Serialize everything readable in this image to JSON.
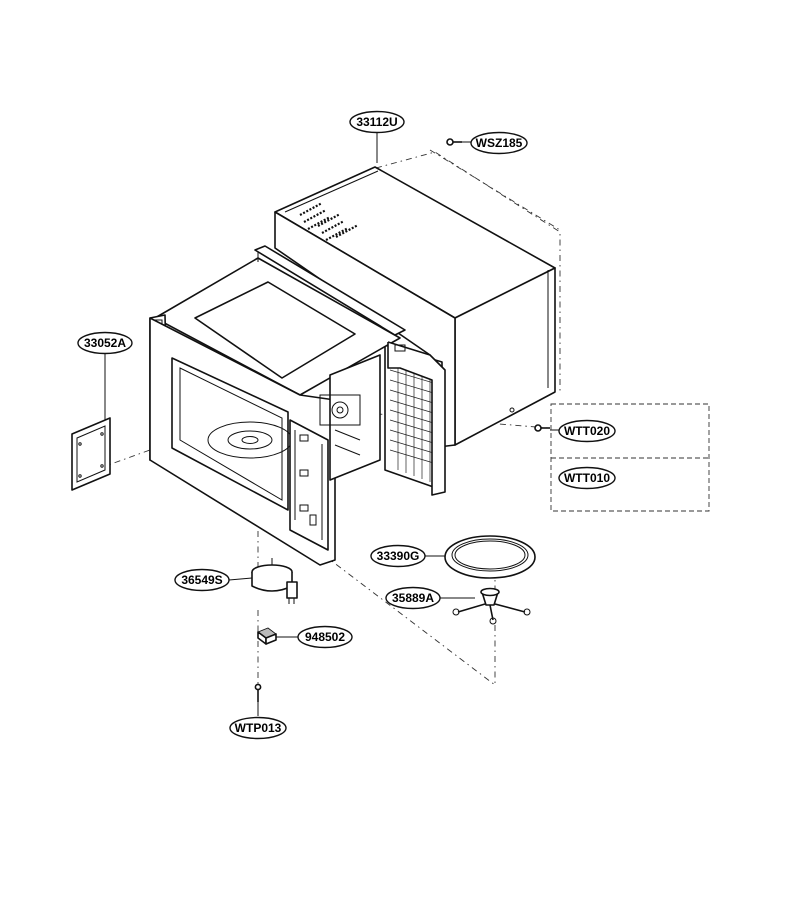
{
  "labels": {
    "p33112U": "33112U",
    "pWSZ185": "WSZ185",
    "p33052A": "33052A",
    "pWTT020": "WTT020",
    "pWTT010": "WTT010",
    "p33390G": "33390G",
    "p36549S": "36549S",
    "p35889A": "35889A",
    "p948502": "948502",
    "pWTP013": "WTP013"
  }
}
